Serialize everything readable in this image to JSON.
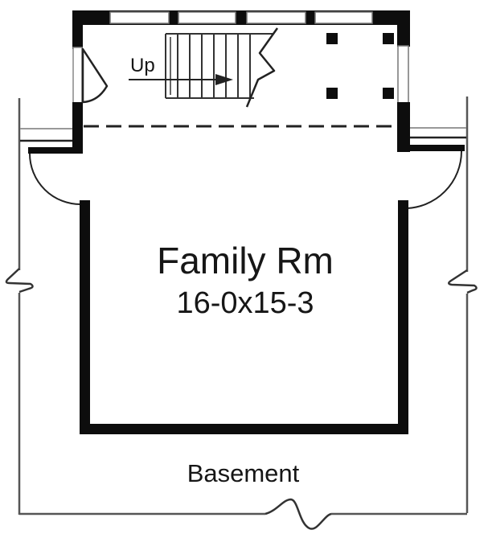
{
  "drawing": {
    "type": "floor-plan",
    "level_label": "Basement"
  },
  "labels": {
    "up": "Up",
    "room_name": "Family Rm",
    "room_dims": "16-0x15-3",
    "area": "Basement"
  },
  "colors": {
    "wall": "#0d0d0d",
    "line_dark": "#222222",
    "foundation_line": "#555555",
    "light_line": "#999999",
    "background": "#ffffff"
  },
  "features": {
    "windows_top_wall": 4,
    "window_right_wall": 1,
    "support_posts": 4,
    "door_swings": 3,
    "stair_direction": "Up"
  }
}
